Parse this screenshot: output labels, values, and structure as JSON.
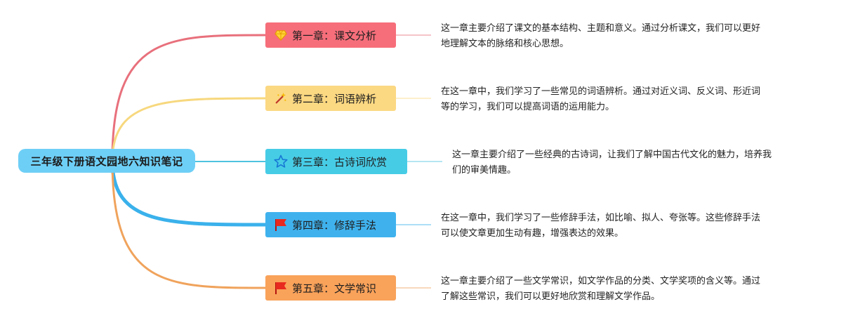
{
  "root": {
    "title": "三年级下册语文园地六知识笔记"
  },
  "chapters": [
    {
      "label": "第一章：课文分析",
      "icon": "diamond-icon",
      "color": "#f66e7a",
      "line": "#e8707c",
      "desc": [
        "这一章主要介绍了课文的基本结构、主题和意义。通过分析课文，我们可以更好",
        "地理解文本的脉络和核心思想。"
      ]
    },
    {
      "label": "第二章：词语辨析",
      "icon": "magic-wand-icon",
      "color": "#fbd882",
      "line": "#f7d87e",
      "desc": [
        "在这一章中，我们学习了一些常见的词语辨析。通过对近义词、反义词、形近词",
        "等的学习，我们可以提高词语的运用能力。"
      ]
    },
    {
      "label": "第三章：古诗词欣赏",
      "icon": "star-icon",
      "color": "#47cce6",
      "line": "#4ec3df",
      "desc": [
        "这一章主要介绍了一些经典的古诗词，让我们了解中国古代文化的魅力，培养我",
        "们的审美情趣。"
      ]
    },
    {
      "label": "第四章：修辞手法",
      "icon": "flag-icon",
      "color": "#3fb2ee",
      "line": "#3ab1eb",
      "desc": [
        "在这一章中，我们学习了一些修辞手法，如比喻、拟人、夸张等。这些修辞手法",
        "可以使文章更加生动有趣，增强表达的效果。"
      ]
    },
    {
      "label": "第五章：文学常识",
      "icon": "flag-icon",
      "color": "#f9a25a",
      "line": "#f0a35c",
      "desc": [
        "这一章主要介绍了一些文学常识，如文学作品的分类、文学奖项的含义等。通过",
        "了解这些常识，我们可以更好地欣赏和理解文学作品。"
      ]
    }
  ]
}
